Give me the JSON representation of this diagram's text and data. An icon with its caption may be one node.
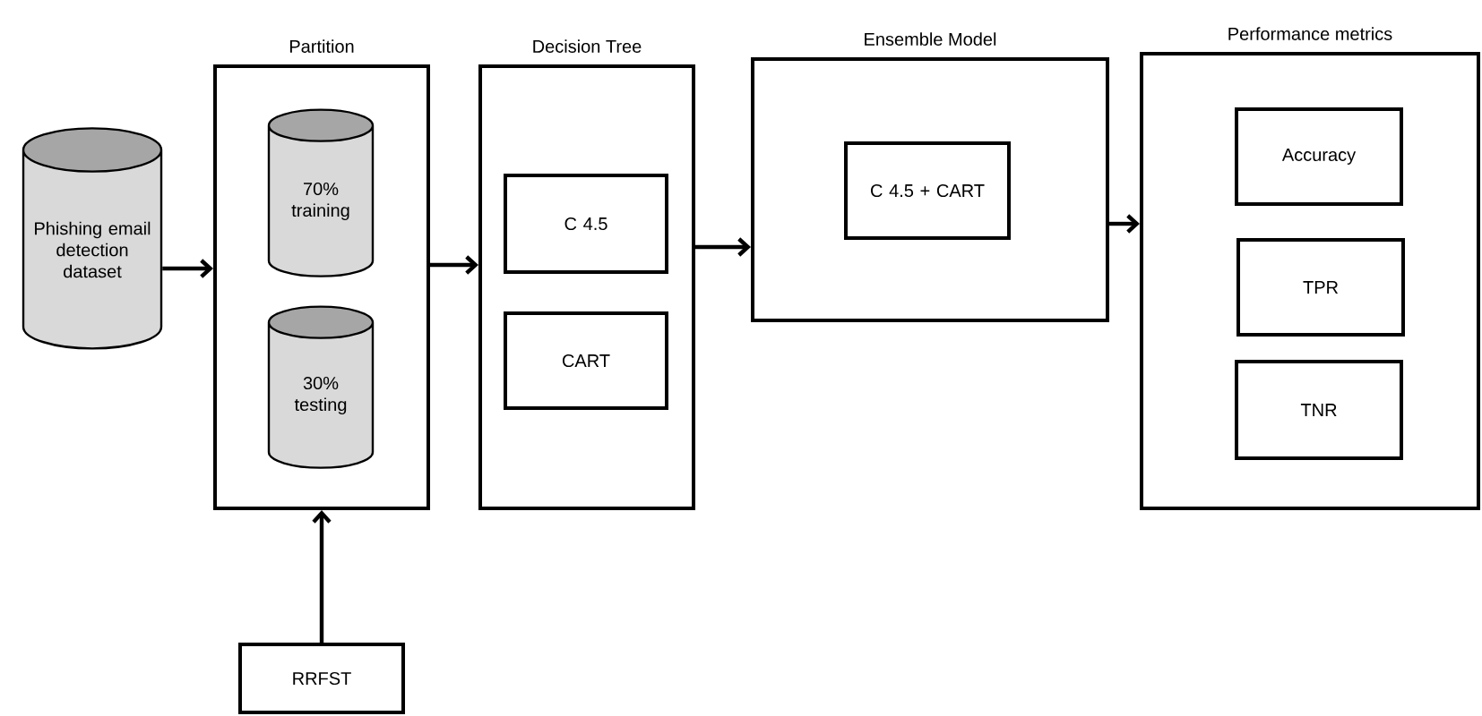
{
  "diagram": {
    "nodes": [
      {
        "text": [
          "Phishing email detection dataset"
        ]
      },
      {
        "text": [
          "Partition"
        ]
      },
      {
        "text": [
          "70% training"
        ],
        "in": 1
      },
      {
        "text": [
          "30% testing"
        ],
        "in": 1
      },
      {
        "text": [
          "Decision Tree"
        ]
      },
      {
        "text": [
          "C 4.5"
        ],
        "in": 4
      },
      {
        "text": [
          "CART"
        ],
        "in": 4
      },
      {
        "text": [
          "Ensemble Model"
        ]
      },
      {
        "text": [
          "C 4.5 + CART"
        ],
        "in": 7
      },
      {
        "text": [
          "Performance metrics"
        ]
      },
      {
        "text": [
          "Accuracy"
        ],
        "in": 9
      },
      {
        "text": [
          "TPR"
        ],
        "in": 9
      },
      {
        "text": [
          "TNR"
        ],
        "in": 9
      },
      {
        "text": [
          "RRFST"
        ]
      }
    ],
    "edges": [
      {
        "from": 0,
        "to": 1,
        "arrow": "to"
      },
      {
        "from": 1,
        "to": 4,
        "arrow": "to"
      },
      {
        "from": 4,
        "to": 7,
        "arrow": "to"
      },
      {
        "from": 7,
        "to": 9,
        "arrow": "to"
      },
      {
        "from": 13,
        "to": 1,
        "arrow": "to"
      }
    ]
  }
}
